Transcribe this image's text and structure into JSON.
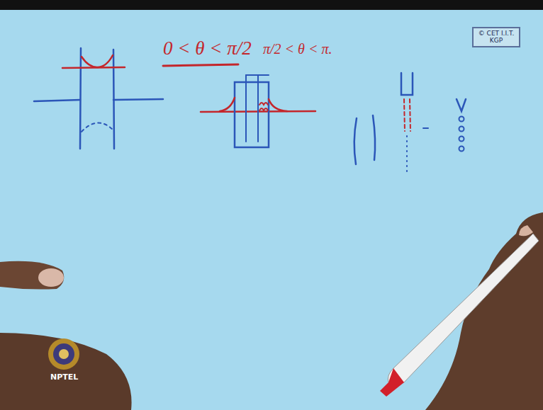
{
  "diagram": {
    "nodes": [
      {
        "text": [
          "© CET I.I.T. KGP"
        ]
      }
    ],
    "labels": [
      "0 < θ < π/2",
      "π/2 < θ < π.",
      "NPTEL"
    ]
  }
}
